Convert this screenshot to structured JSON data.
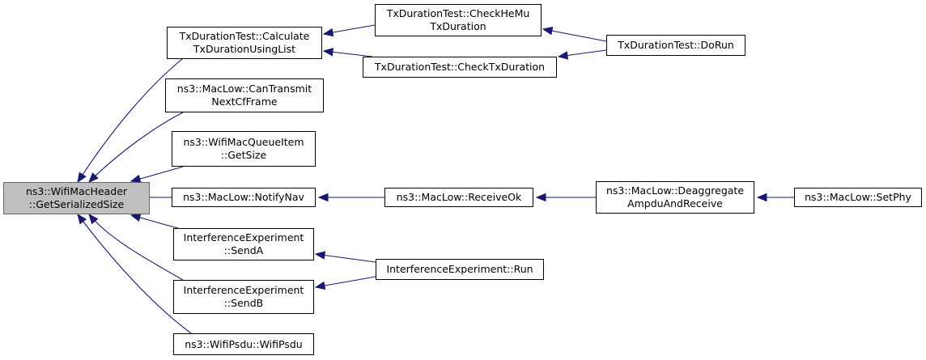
{
  "colors": {
    "edge": "#191970",
    "root_fill": "#bfbfbf",
    "node_border": "#000000"
  },
  "nodes": {
    "root": {
      "line1": "ns3::WifiMacHeader",
      "line2": "::GetSerializedSize"
    },
    "calc": {
      "line1": "TxDurationTest::Calculate",
      "line2": "TxDurationUsingList"
    },
    "canTx": {
      "line1": "ns3::MacLow::CanTransmit",
      "line2": "NextCfFrame"
    },
    "getSize": {
      "line1": "ns3::WifiMacQueueItem",
      "line2": "::GetSize"
    },
    "notifyNav": {
      "line1": "ns3::MacLow::NotifyNav"
    },
    "sendA": {
      "line1": "InterferenceExperiment",
      "line2": "::SendA"
    },
    "sendB": {
      "line1": "InterferenceExperiment",
      "line2": "::SendB"
    },
    "wifiPsdu": {
      "line1": "ns3::WifiPsdu::WifiPsdu"
    },
    "checkHeMu": {
      "line1": "TxDurationTest::CheckHeMu",
      "line2": "TxDuration"
    },
    "checkTx": {
      "line1": "TxDurationTest::CheckTxDuration"
    },
    "doRun": {
      "line1": "TxDurationTest::DoRun"
    },
    "receiveOk": {
      "line1": "ns3::MacLow::ReceiveOk"
    },
    "deagg": {
      "line1": "ns3::MacLow::Deaggregate",
      "line2": "AmpduAndReceive"
    },
    "setPhy": {
      "line1": "ns3::MacLow::SetPhy"
    },
    "run": {
      "line1": "InterferenceExperiment::Run"
    }
  },
  "edges": [
    {
      "from": "calc",
      "to": "root"
    },
    {
      "from": "canTx",
      "to": "root"
    },
    {
      "from": "getSize",
      "to": "root"
    },
    {
      "from": "notifyNav",
      "to": "root"
    },
    {
      "from": "sendA",
      "to": "root"
    },
    {
      "from": "sendB",
      "to": "root"
    },
    {
      "from": "wifiPsdu",
      "to": "root"
    },
    {
      "from": "checkHeMu",
      "to": "calc"
    },
    {
      "from": "checkTx",
      "to": "calc"
    },
    {
      "from": "doRun",
      "to": "checkHeMu"
    },
    {
      "from": "doRun",
      "to": "checkTx"
    },
    {
      "from": "receiveOk",
      "to": "notifyNav"
    },
    {
      "from": "deagg",
      "to": "receiveOk"
    },
    {
      "from": "setPhy",
      "to": "deagg"
    },
    {
      "from": "run",
      "to": "sendA"
    },
    {
      "from": "run",
      "to": "sendB"
    }
  ]
}
